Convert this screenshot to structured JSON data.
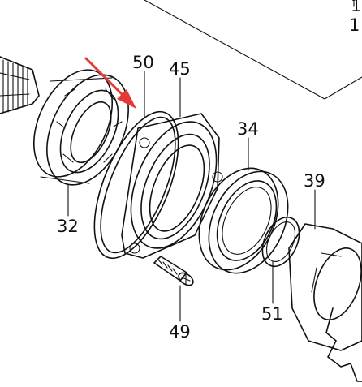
{
  "diagram": {
    "callouts": [
      {
        "id": "p50",
        "label": "50"
      },
      {
        "id": "p45",
        "label": "45"
      },
      {
        "id": "p34",
        "label": "34"
      },
      {
        "id": "p39",
        "label": "39"
      },
      {
        "id": "p32",
        "label": "32"
      },
      {
        "id": "p51",
        "label": "51"
      },
      {
        "id": "p49",
        "label": "49"
      }
    ],
    "corner_marks": [
      "1",
      "1"
    ],
    "colors": {
      "line": "#111111",
      "arrow": "#e53935",
      "background": "#ffffff"
    }
  }
}
